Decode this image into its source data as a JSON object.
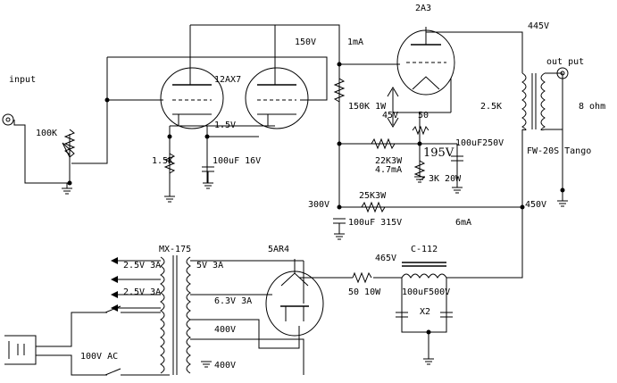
{
  "labels": {
    "tube_2a3": "2A3",
    "v_445": "445V",
    "v_150": "150V",
    "i_1ma": "1mA",
    "output": "out put",
    "input": "input",
    "tube_12ax7": "12AX7",
    "pot_100k": "100K",
    "v_1_5": "1.5V",
    "r_1_5k": "1.5K",
    "c_100uf_16v": "100uF 16V",
    "r_150k_1w": "150K 1W",
    "v_45": "45V",
    "r_50": "50",
    "imp_2_5k": "2.5K",
    "ohm_8": "8 ohm",
    "c_100uf_250v": "100uF250V",
    "r_22k_3w": "22K3W",
    "i_4_7ma": "4.7mA",
    "v_195": "195V",
    "r_3k_20w": "3K 20W",
    "xfmr_out": "FW-20S Tango",
    "r_25k_3w": "25K3W",
    "v_300": "300V",
    "v_450": "450V",
    "c_100uf_315v": "100uF 315V",
    "i_6ma": "6mA",
    "xfmr_power": "MX-175",
    "tube_5ar4": "5AR4",
    "choke": "C-112",
    "v_465": "465V",
    "w1": "2.5V 3A",
    "w2": "5V 3A",
    "w3": "2.5V 3A",
    "w4": "6.3V 3A",
    "r_50_10w": "50 10W",
    "c_100uf_500v": "100uF500V",
    "x2": "X2",
    "w5": "400V",
    "w6": "400V",
    "mains": "100V AC"
  }
}
